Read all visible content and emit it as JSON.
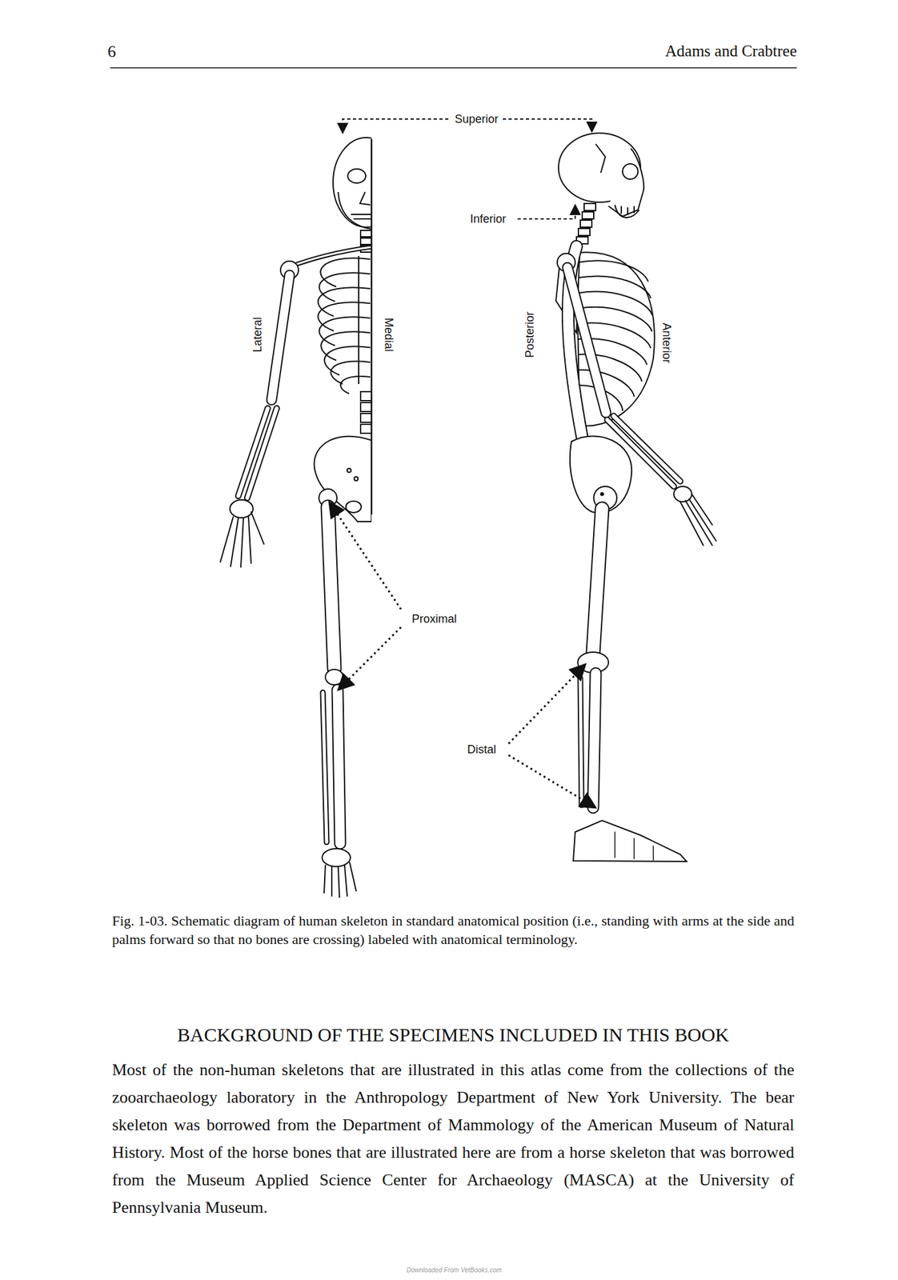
{
  "diagram": {
    "caption": "Fig. 1-03. Schematic diagram of human skeleton in standard anatomical position (i.e., standing with arms at the side and palms forward so that no bones are crossing) labeled with anatomical terminology.",
    "labels": [
      "6",
      "Adams and Crabtree",
      "Superior",
      "Inferior",
      "Lateral",
      "Medial",
      "Posterior",
      "Anterior",
      "Proximal",
      "Distal",
      "BACKGROUND OF THE SPECIMENS INCLUDED IN THIS BOOK",
      "Most of the non-human skeletons that are illustrated in this atlas come from the collections of the zooarchaeology laboratory in the Anthropology Department of New York University. The bear skeleton was borrowed from the Department of Mammology of the American Museum of Natural History. Most of the horse bones that are illustrated here are from a horse skeleton that was borrowed from the Museum Applied Science Center for Archaeology (MASCA) at the University of Pennsylvania Museum.",
      "Downloaded From VetBooks.com"
    ]
  }
}
